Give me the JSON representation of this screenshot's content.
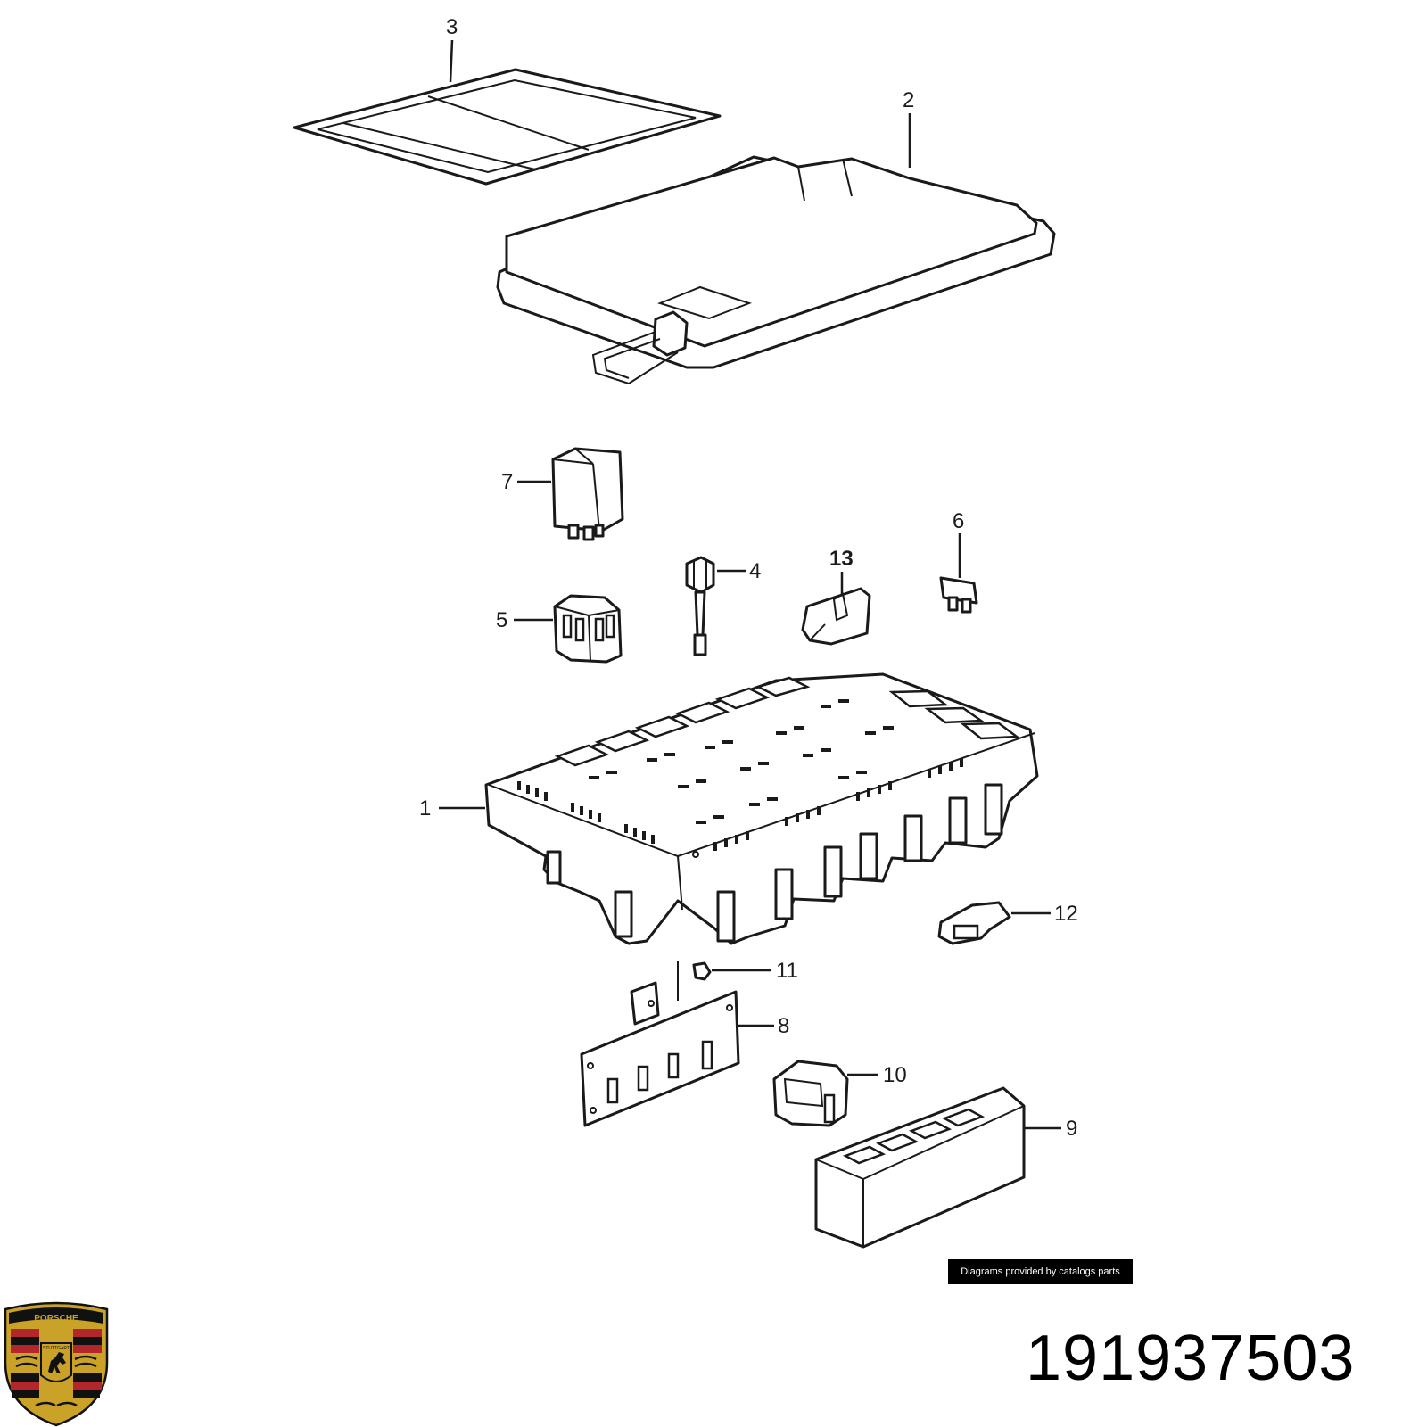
{
  "colors": {
    "line": "#1a1a1a",
    "logo_gold": "#c9a227",
    "logo_red": "#b3262b",
    "logo_black": "#111111"
  },
  "callouts": {
    "c1": "1",
    "c2": "2",
    "c3": "3",
    "c4": "4",
    "c5": "5",
    "c6": "6",
    "c7": "7",
    "c8": "8",
    "c9": "9",
    "c10": "10",
    "c11": "11",
    "c12": "12",
    "c13": "13"
  },
  "credit": "Diagrams provided by catalogs parts",
  "part_number": "191937503",
  "logo": {
    "icon": "porsche-crest-icon",
    "wordmark": "PORSCHE",
    "city": "STUTTGART"
  }
}
